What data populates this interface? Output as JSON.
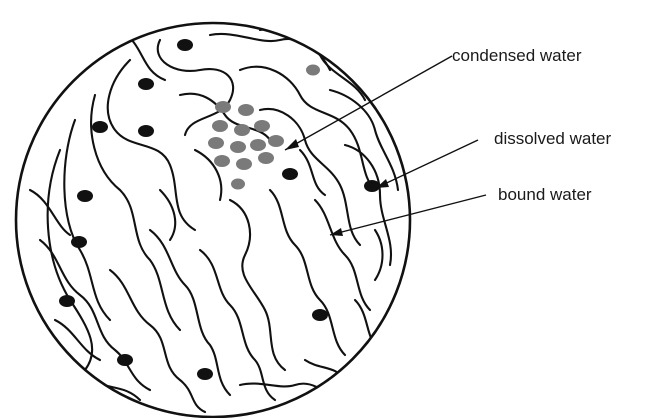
{
  "diagram": {
    "labels": {
      "condensed_water": "condensed water",
      "dissolved_water": "dissolved water",
      "bound_water": "bound water"
    },
    "colors": {
      "line": "#111111",
      "dissolved_water_dot": "#111111",
      "condensed_water_dot": "#7a7a7a",
      "background": "#ffffff"
    }
  }
}
